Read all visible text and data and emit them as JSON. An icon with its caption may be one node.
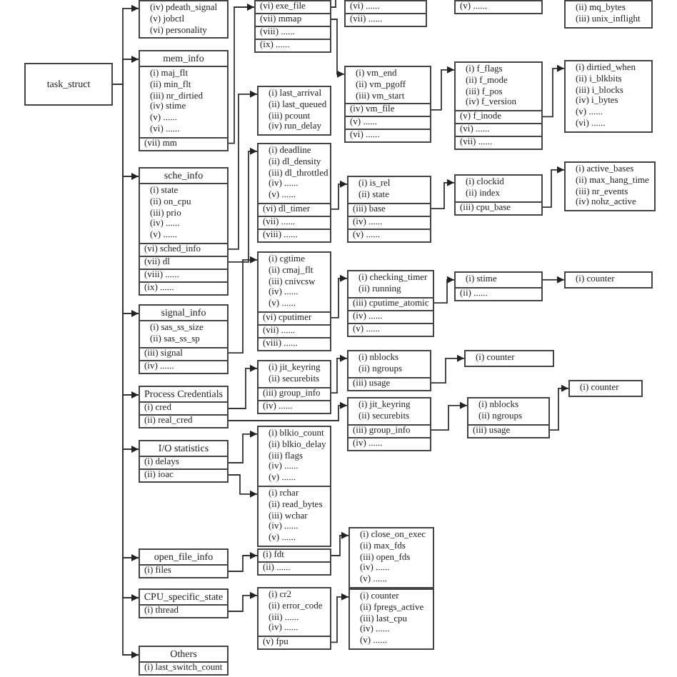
{
  "diagram": {
    "nodes": [
      {
        "text": [
          "task_struct"
        ]
      },
      {
        "text": [
          "(iv) pdeath_signal",
          "(v) jobctl",
          "(vi) personality"
        ]
      },
      {
        "text": [
          "mem_info",
          "(i) maj_flt",
          "(ii) min_flt",
          "(iii) nr_dirtied",
          "(iv) stime",
          "(v) ......",
          "(vi) ......",
          "(vii) mm"
        ]
      },
      {
        "text": [
          "sche_info",
          "(i) state",
          "(ii) on_cpu",
          "(iii) prio",
          "(iv) ......",
          "(v) ......",
          "(vi) sched_info",
          "(vii) dl",
          "(viii) ......",
          "(ix) ......"
        ]
      },
      {
        "text": [
          "signal_info",
          "(i) sas_ss_size",
          "(ii) sas_ss_sp",
          "(iii) signal",
          "(iv) ......"
        ]
      },
      {
        "text": [
          "Process Credentials",
          "(i) cred",
          "(ii) real_cred"
        ]
      },
      {
        "text": [
          "I/O statistics",
          "(i) delays",
          "(ii) ioac"
        ]
      },
      {
        "text": [
          "open_file_info",
          "(i) files"
        ]
      },
      {
        "text": [
          "CPU_specific_state",
          "(i) thread"
        ]
      },
      {
        "text": [
          "Others",
          "(i) last_switch_count"
        ]
      },
      {
        "text": [
          "(vi) exe_file",
          "(vii) mmap",
          "(viii) ......",
          "(ix) ......"
        ]
      },
      {
        "text": [
          "(i) last_arrival",
          "(ii) last_queued",
          "(iii) pcount",
          "(iv) run_delay"
        ]
      },
      {
        "text": [
          "(i) deadline",
          "(ii) dl_density",
          "(iii) dl_throttled",
          "(iv) ......",
          "(v) ......",
          "(vi) dl_timer",
          "(vii) ......",
          "(viii) ......"
        ]
      },
      {
        "text": [
          "(i) cgtime",
          "(ii) cmaj_flt",
          "(iii) cnivcsw",
          "(iv) ......",
          "(v) ......",
          "(vi) cputimer",
          "(vii) ......",
          "(viii) ......"
        ]
      },
      {
        "text": [
          "(i) jit_keyring",
          "(ii) securebits",
          "(iii) group_info",
          "(iv) ......"
        ]
      },
      {
        "text": [
          "(i) blkio_count",
          "(ii) blkio_delay",
          "(iii) flags",
          "(iv) ......",
          "(v) ......"
        ]
      },
      {
        "text": [
          "(i) rchar",
          "(ii) read_bytes",
          "(iii) wchar",
          "(iv) ......",
          "(v) ......"
        ]
      },
      {
        "text": [
          "(i) fdt",
          "(ii) ......"
        ]
      },
      {
        "text": [
          "(i) cr2",
          "(ii) error_code",
          "(iii) ......",
          "(iv) ......",
          "(v) fpu"
        ]
      },
      {
        "text": [
          "(vi) ......",
          "(vii) ......"
        ]
      },
      {
        "text": [
          "(i) vm_end",
          "(ii) vm_pgoff",
          "(iii) vm_start",
          "(iv) vm_file",
          "(v) ......",
          "(vi) ......"
        ]
      },
      {
        "text": [
          "(i) is_rel",
          "(ii) state",
          "(iii) base",
          "(iv) ......",
          "(v) ......"
        ]
      },
      {
        "text": [
          "(i) checking_timer",
          "(ii) running",
          "(iii) cputime_atomic",
          "(iv) ......",
          "(v) ......"
        ]
      },
      {
        "text": [
          "(i) nblocks",
          "(ii) ngroups",
          "(iii) usage"
        ]
      },
      {
        "text": [
          "(i) jit_keyring",
          "(ii) securebits",
          "(iii) group_info",
          "(iv) ......"
        ]
      },
      {
        "text": [
          "(i) close_on_exec",
          "(ii) max_fds",
          "(iii) open_fds",
          "(iv) ......",
          "(v) ......"
        ]
      },
      {
        "text": [
          "(i) counter",
          "(ii) fpregs_active",
          "(iii) last_cpu",
          "(iv) ......",
          "(v) ......"
        ]
      },
      {
        "text": [
          "(v) ......"
        ]
      },
      {
        "text": [
          "(i) f_flags",
          "(ii) f_mode",
          "(iii) f_pos",
          "(iv) f_version",
          "(v) f_inode",
          "(vi) ......",
          "(vii) ......"
        ]
      },
      {
        "text": [
          "(i) clockid",
          "(ii) index",
          "(iii) cpu_base"
        ]
      },
      {
        "text": [
          "(i) stime",
          "(ii) ......"
        ]
      },
      {
        "text": [
          "(i) nblocks",
          "(ii) ngroups",
          "(iii) usage"
        ]
      },
      {
        "text": [
          "(i) counter"
        ]
      },
      {
        "text": [
          "(ii) mq_bytes",
          "(iii) unix_inflight"
        ]
      },
      {
        "text": [
          "(i) dirtied_when",
          "(ii) i_blkbits",
          "(iii) i_blocks",
          "(iv) i_bytes",
          "(v) ......",
          "(vi) ......"
        ]
      },
      {
        "text": [
          "(i) active_bases",
          "(ii) max_hang_time",
          "(iii) nr_events",
          "(iv) nohz_active"
        ]
      },
      {
        "text": [
          "(i) counter"
        ]
      },
      {
        "text": [
          "(i) counter"
        ]
      }
    ],
    "edges": [
      {
        "from": 0,
        "to": 1,
        "arrow": "to"
      },
      {
        "from": 0,
        "to": 2,
        "arrow": "to"
      },
      {
        "from": 0,
        "to": 3,
        "arrow": "to"
      },
      {
        "from": 0,
        "to": 4,
        "arrow": "to"
      },
      {
        "from": 0,
        "to": 5,
        "arrow": "to"
      },
      {
        "from": 0,
        "to": 6,
        "arrow": "to"
      },
      {
        "from": 0,
        "to": 7,
        "arrow": "to"
      },
      {
        "from": 0,
        "to": 8,
        "arrow": "to"
      },
      {
        "from": 0,
        "to": 9,
        "arrow": "to"
      },
      {
        "from": 2,
        "to": 10,
        "arrow": "to"
      },
      {
        "from": 3,
        "to": 11,
        "arrow": "to"
      },
      {
        "from": 3,
        "to": 12,
        "arrow": "to"
      },
      {
        "from": 4,
        "to": 13,
        "arrow": "to"
      },
      {
        "from": 5,
        "to": 14,
        "arrow": "to"
      },
      {
        "from": 5,
        "to": 24,
        "arrow": "to"
      },
      {
        "from": 6,
        "to": 15,
        "arrow": "to"
      },
      {
        "from": 6,
        "to": 16,
        "arrow": "to"
      },
      {
        "from": 7,
        "to": 17,
        "arrow": "to"
      },
      {
        "from": 8,
        "to": 18,
        "arrow": "to"
      },
      {
        "from": 10,
        "to": 20,
        "arrow": "to"
      },
      {
        "from": 10,
        "to": null,
        "arrow": "none"
      },
      {
        "from": 20,
        "to": 28,
        "arrow": "to"
      },
      {
        "from": 28,
        "to": 34,
        "arrow": "to"
      },
      {
        "from": 12,
        "to": 21,
        "arrow": "to"
      },
      {
        "from": 21,
        "to": 29,
        "arrow": "to"
      },
      {
        "from": 29,
        "to": 35,
        "arrow": "to"
      },
      {
        "from": 13,
        "to": 22,
        "arrow": "to"
      },
      {
        "from": 22,
        "to": 30,
        "arrow": "to"
      },
      {
        "from": 30,
        "to": 36,
        "arrow": "to"
      },
      {
        "from": 14,
        "to": 23,
        "arrow": "to"
      },
      {
        "from": 23,
        "to": 32,
        "arrow": "to"
      },
      {
        "from": 24,
        "to": 31,
        "arrow": "to"
      },
      {
        "from": 31,
        "to": 37,
        "arrow": "to"
      },
      {
        "from": 17,
        "to": 25,
        "arrow": "to"
      },
      {
        "from": 18,
        "to": 26,
        "arrow": "to"
      }
    ]
  }
}
